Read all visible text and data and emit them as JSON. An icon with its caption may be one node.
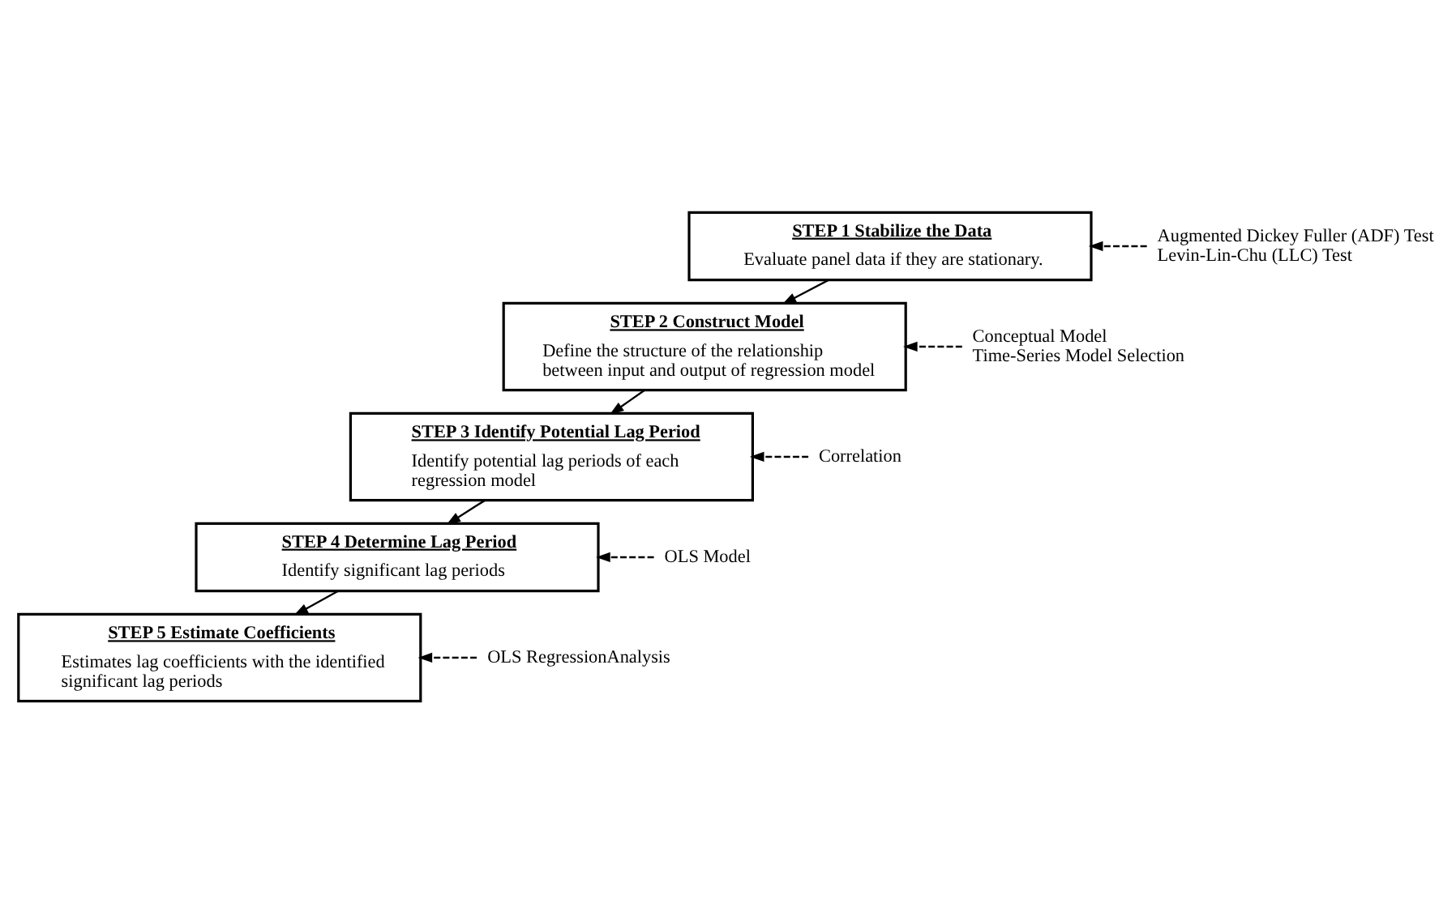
{
  "diagram": {
    "nodes": [
      {
        "text": [
          "STEP 1 Stabilize the Data",
          "Evaluate panel data if they are stationary."
        ]
      },
      {
        "text": [
          "STEP 2 Construct Model",
          "Define the structure of the relationship between input and output of regression model"
        ]
      },
      {
        "text": [
          "STEP 3 Identify Potential Lag Period",
          "Identify potential lag periods of each regression model"
        ]
      },
      {
        "text": [
          "STEP 4 Determine Lag Period",
          "Identify significant lag periods"
        ]
      },
      {
        "text": [
          "STEP 5 Estimate Coefficients",
          "Estimates lag coefficients with the identified significant lag periods"
        ]
      },
      {
        "text": [
          "Augmented Dickey Fuller (ADF) Test",
          "Levin-Lin-Chu (LLC) Test"
        ]
      },
      {
        "text": [
          "Conceptual Model",
          "Time-Series Model Selection"
        ]
      },
      {
        "text": [
          "Correlation"
        ]
      },
      {
        "text": [
          "OLS Model"
        ]
      },
      {
        "text": [
          "OLS RegressionAnalysis"
        ]
      }
    ],
    "edges": [
      {
        "from": 0,
        "to": 1,
        "arrow": "to"
      },
      {
        "from": 1,
        "to": 2,
        "arrow": "to"
      },
      {
        "from": 2,
        "to": 3,
        "arrow": "to"
      },
      {
        "from": 3,
        "to": 4,
        "arrow": "to"
      },
      {
        "from": 5,
        "to": 0,
        "arrow": "to",
        "style": "dashed"
      },
      {
        "from": 6,
        "to": 1,
        "arrow": "to",
        "style": "dashed"
      },
      {
        "from": 7,
        "to": 2,
        "arrow": "to",
        "style": "dashed"
      },
      {
        "from": 8,
        "to": 3,
        "arrow": "to",
        "style": "dashed"
      },
      {
        "from": 9,
        "to": 4,
        "arrow": "to",
        "style": "dashed"
      }
    ]
  }
}
